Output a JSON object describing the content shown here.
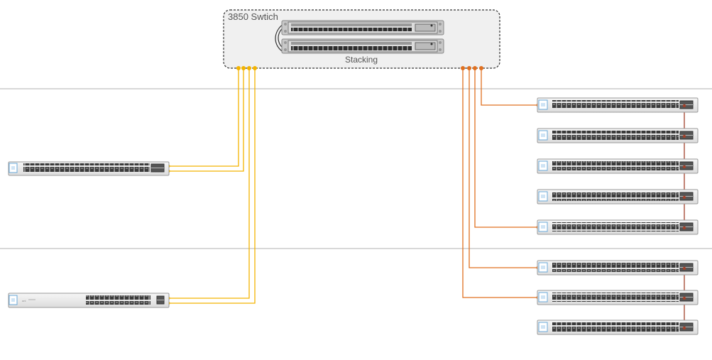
{
  "core": {
    "title": "3850 Swtich",
    "stacking_label": "Stacking",
    "member_count": 2
  },
  "left_switches": [
    {
      "model": "48-port",
      "uplinks": 2
    },
    {
      "model": "24-port",
      "uplinks": 2
    }
  ],
  "right_switches": {
    "count": 8
  },
  "colors": {
    "left_link": "#f4b400",
    "right_link": "#e07020",
    "stack_link": "#a0402a",
    "divider": "#b0b0b0",
    "group_border": "#333333",
    "group_fill": "#f0f0f0"
  }
}
